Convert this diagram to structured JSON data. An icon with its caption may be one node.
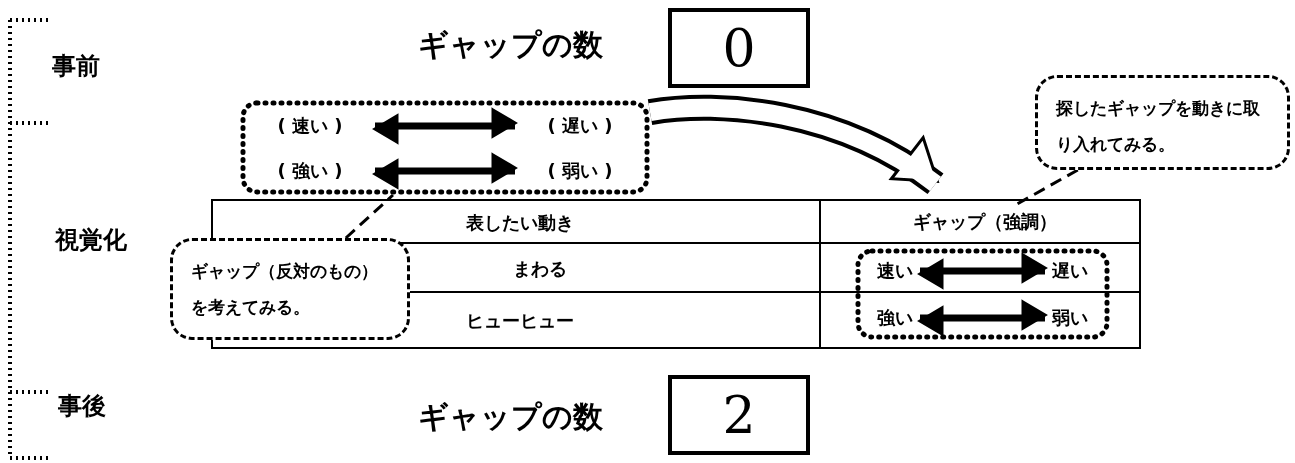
{
  "diagram": {
    "nodes": [
      {
        "text": [
          "0"
        ],
        "beside": [
          "ギャップの数"
        ]
      },
      {
        "text": [],
        "shape": "box"
      },
      {
        "text": [
          "( 速い )"
        ],
        "in": 1
      },
      {
        "text": [
          "( 遅い )"
        ],
        "in": 1
      },
      {
        "text": [
          "( 強い )"
        ],
        "in": 1
      },
      {
        "text": [
          "( 弱い )"
        ],
        "in": 1
      },
      {
        "text": [
          "探したギャップを動きに取り入れてみる。"
        ]
      },
      {
        "text": [
          "ギャップ（強調）"
        ]
      },
      {
        "text": [
          "ギャップ（反対のもの）を考えてみる。"
        ]
      },
      {
        "text": [],
        "shape": "box"
      },
      {
        "text": [
          "速い"
        ],
        "in": 9
      },
      {
        "text": [
          "遅い"
        ],
        "in": 9
      },
      {
        "text": [
          "強い"
        ],
        "in": 9
      },
      {
        "text": [
          "弱い"
        ],
        "in": 9
      },
      {
        "text": [
          "2"
        ],
        "beside": [
          "ギャップの数"
        ]
      }
    ],
    "edges": [
      {
        "from": 2,
        "to": 3,
        "arrow": "both"
      },
      {
        "from": 4,
        "to": 5,
        "arrow": "both"
      },
      {
        "from": 1,
        "to": 7,
        "arrow": "to",
        "style": "thick"
      },
      {
        "from": 6,
        "to": 7,
        "arrow": "none",
        "style": "dashed"
      },
      {
        "from": 8,
        "to": 1,
        "arrow": "none",
        "style": "dashed"
      },
      {
        "from": 10,
        "to": 11,
        "arrow": "both"
      },
      {
        "from": 12,
        "to": 13,
        "arrow": "both"
      }
    ],
    "labels": [
      "事前",
      "視覚化",
      "表したい動き",
      "まわる",
      "ヒューヒュー",
      "事後"
    ]
  }
}
